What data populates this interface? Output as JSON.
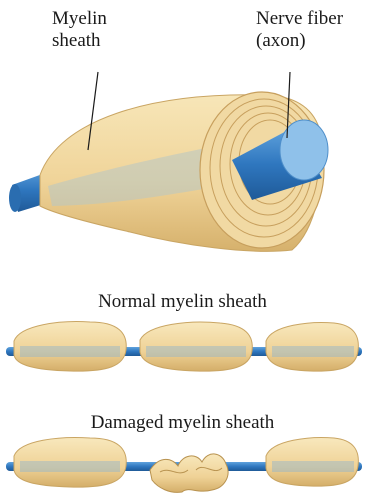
{
  "labels": {
    "myelin_line1": "Myelin",
    "myelin_line2": "sheath",
    "nerve_line1": "Nerve fiber",
    "nerve_line2": "(axon)"
  },
  "captions": {
    "normal": "Normal myelin sheath",
    "damaged": "Damaged myelin sheath"
  },
  "colors": {
    "sheath": "#f2d9a0",
    "sheath_shade": "#d9b978",
    "axon": "#2f77bf",
    "axon_light": "#8fc1ea"
  }
}
